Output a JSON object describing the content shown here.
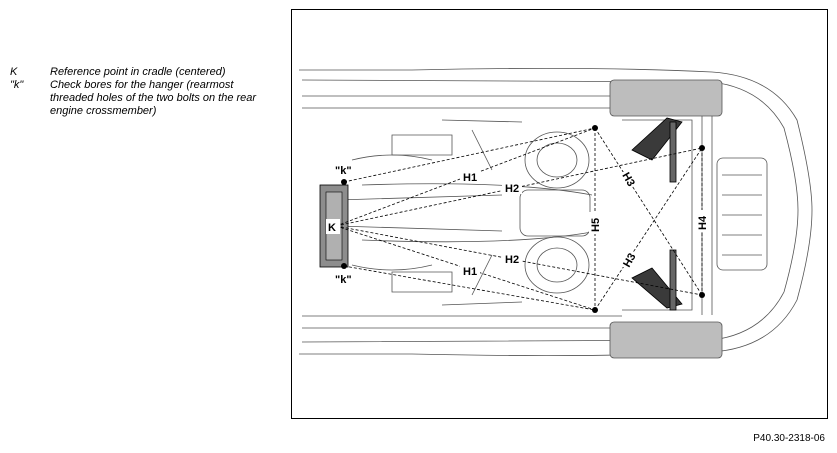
{
  "legend": [
    {
      "key": "K",
      "text": "Reference point in cradle (centered)"
    },
    {
      "key": "\"k\"",
      "text": "Check bores for the hanger (rearmost threaded holes of the two bolts on the rear engine crossmember)"
    }
  ],
  "diagram_labels": {
    "k_top": "\"k\"",
    "k_bottom": "\"k\"",
    "K": "K",
    "H1_top": "H1",
    "H1_bottom": "H1",
    "H2_top": "H2",
    "H2_bottom": "H2",
    "H3_top": "H3",
    "H3_bottom": "H3",
    "H4": "H4",
    "H5": "H5"
  },
  "figure_code": "P40.30-2318-06"
}
